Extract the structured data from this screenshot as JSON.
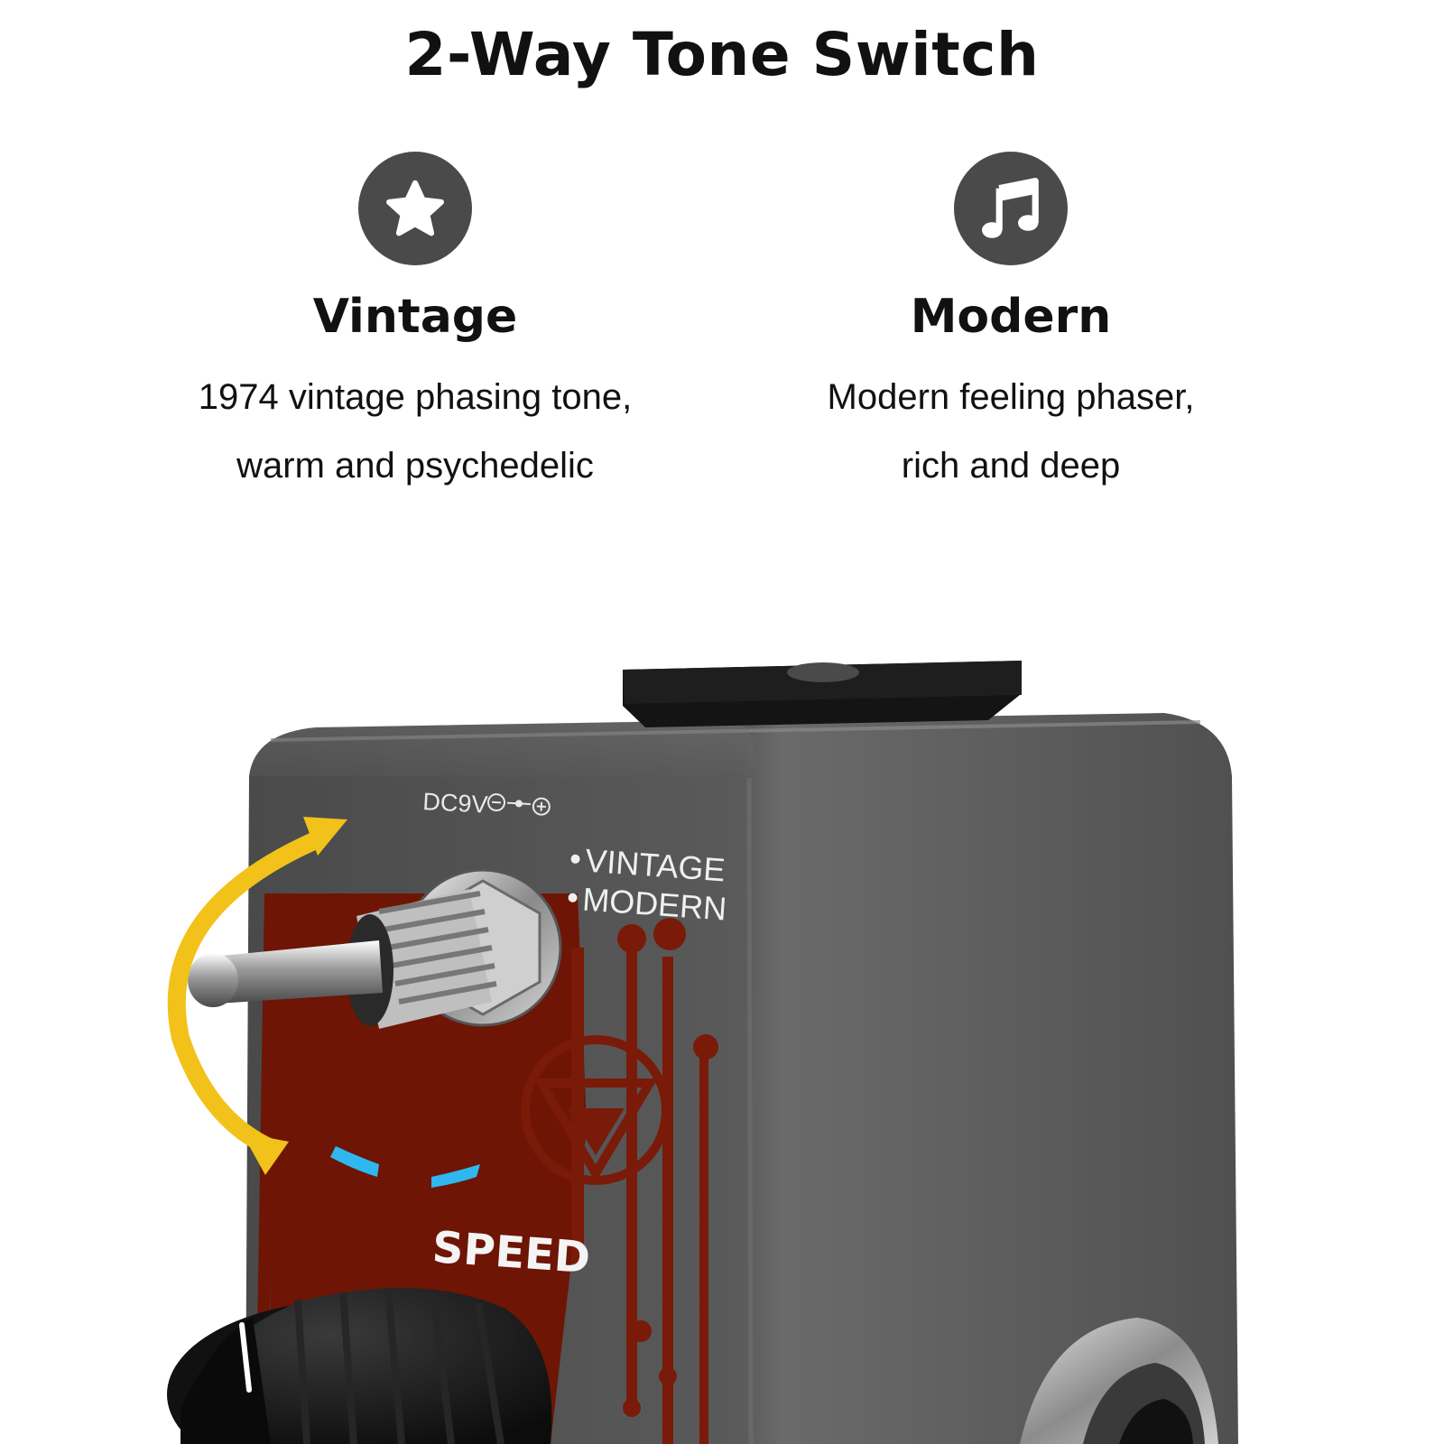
{
  "header": {
    "title": "2-Way Tone Switch"
  },
  "features": [
    {
      "icon": "star-icon",
      "heading": "Vintage",
      "lines": [
        "1974 vintage phasing tone,",
        "warm and psychedelic"
      ]
    },
    {
      "icon": "music-note-icon",
      "heading": "Modern",
      "lines": [
        "Modern feeling phaser,",
        "rich and deep"
      ]
    }
  ],
  "pedal": {
    "power_label": "DC9V",
    "switch_labels": [
      "VINTAGE",
      "MODERN"
    ],
    "knob_label": "SPEED"
  },
  "colors": {
    "icon_bg": "#4a4a4a",
    "pedal_body": "#545454",
    "panel_red": "#6e1505",
    "arrow_yellow": "#f2c21b",
    "led_blue": "#2fb8f0"
  }
}
